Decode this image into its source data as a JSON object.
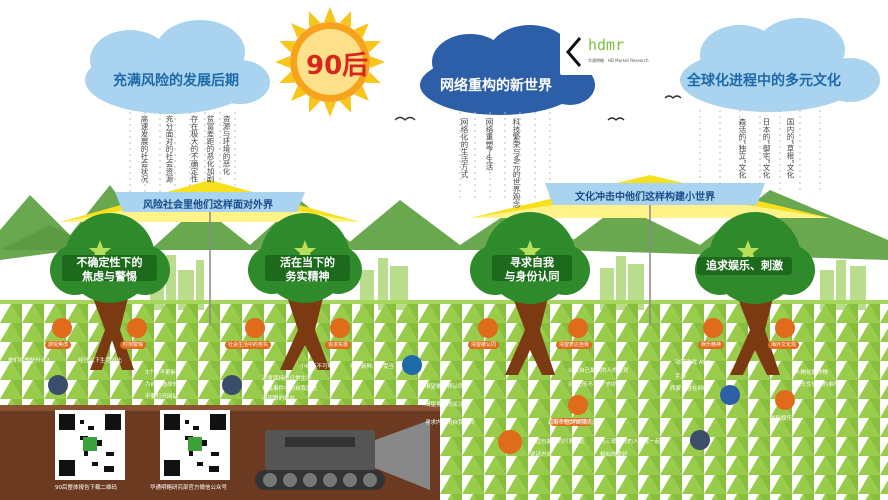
{
  "header": {
    "center_badge": "90后",
    "logo_text": "hdmr",
    "logo_sub": "华通明略 · HD Market Research"
  },
  "clouds": [
    {
      "title": "充满风险的发展后期",
      "columns": [
        "高速发展的社会状况",
        "充分面对的社会资源",
        "存在极大的不确定性",
        "贫富差距的恶化加剧",
        "资源与环境的恶化"
      ]
    },
    {
      "title": "网络重构的新世界",
      "columns": [
        "网络化的生活方式",
        "网络重塑了生活",
        "科技繁荣与多元的世界观念"
      ]
    },
    {
      "title": "全球化进程中的多元文化",
      "columns": [
        "森活的“独立”文化",
        "日本的“御宅”文化",
        "国内的“草根”文化"
      ]
    }
  ],
  "banners": [
    {
      "text": "风险社会里他们这样面对外界"
    },
    {
      "text": "文化冲击中他们这样构建小世界"
    }
  ],
  "trees": [
    {
      "label_line1": "不确定性下的",
      "label_line2": "焦虑与警惕"
    },
    {
      "label_line1": "活在当下的",
      "label_line2": "务实精神"
    },
    {
      "label_line1": "寻求自我",
      "label_line2": "与身份认同"
    },
    {
      "label_line1": "追求娱乐、刺激",
      "label_line2": ""
    }
  ],
  "root_badges": [
    "感受焦虑",
    "时刻警惕",
    "社会生活中的务实",
    "追求实惠",
    "渴望被认同",
    "渴望表达自我",
    "塑造自己的形象",
    "娱乐精神",
    "海外文化观"
  ],
  "notes": [
    "他们在想些什么?",
    "经过以下生活对比",
    "3个月不更新",
    "为自己选择外卖",
    "不要打开网站",
    "小组话不可吗",
    "过度保持的日常生活",
    "社会事件中的自我反思",
    "渴望跟的现在",
    "接受新鲜、享受当下",
    "渴望被外界认同的",
    "渴望身体的关注",
    "寻求内心的自我认同",
    "以说自己最美的人的感觉",
    "对“无形不平等”的抗拒",
    "最有个性的自我表达",
    "通过包装成的可爱社区",
    "说话方式",
    "与三观相同的人聚在一起",
    "相似的爱好",
    "动漫游戏 ACG",
    "手游",
    "人物化的作物",
    "娱乐性较强的事件",
    "西蒙诺娃在网络",
    "冒险娱乐"
  ],
  "qr_captions": [
    "90后整体报告下载二维码",
    "华通明略研究部官方微信公众号"
  ],
  "colors": {
    "sky_cloud": "#a9d3ee",
    "dark_cloud": "#2c5fa8",
    "grass": "#8ec63f",
    "tree_green": "#2f8a2c",
    "trunk": "#7b3a12",
    "banner_yellow": "#f7e11e",
    "badge_orange": "#e06b1a",
    "ground": "#6b3a20",
    "sun": "#f7a21b"
  }
}
